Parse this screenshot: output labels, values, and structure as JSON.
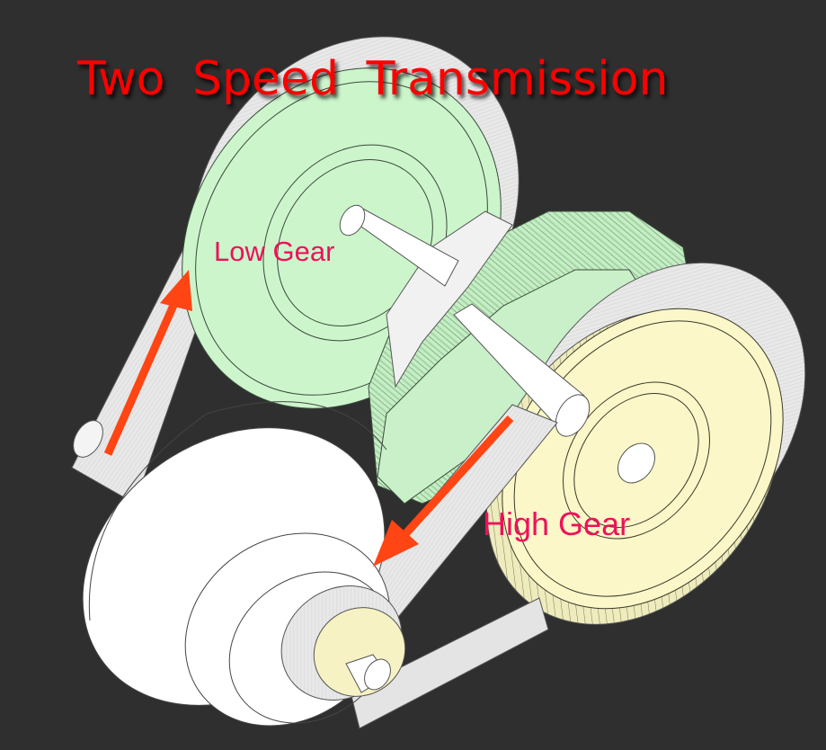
{
  "title": "Two  Speed  Transmission",
  "labels": {
    "low_gear": "Low Gear",
    "high_gear": "High Gear"
  },
  "colors": {
    "background": "#2f2f2f",
    "title": "#ff0000",
    "label": "#f0105a",
    "arrow": "#ff4514",
    "low_gear_fill": "#ccf5cc",
    "high_gear_fill": "#fbf7c8",
    "belt": "#e6e6e6",
    "motor": "#ffffff"
  },
  "components": [
    {
      "name": "low-gear-pulley",
      "color": "green"
    },
    {
      "name": "high-gear-pulley",
      "color": "yellow"
    },
    {
      "name": "intermediate-spur-gear",
      "color": "green"
    },
    {
      "name": "motor-drum",
      "color": "white"
    },
    {
      "name": "drive-sprocket",
      "color": "yellow"
    },
    {
      "name": "low-belt",
      "direction": "up"
    },
    {
      "name": "high-belt",
      "direction": "down-left"
    }
  ]
}
